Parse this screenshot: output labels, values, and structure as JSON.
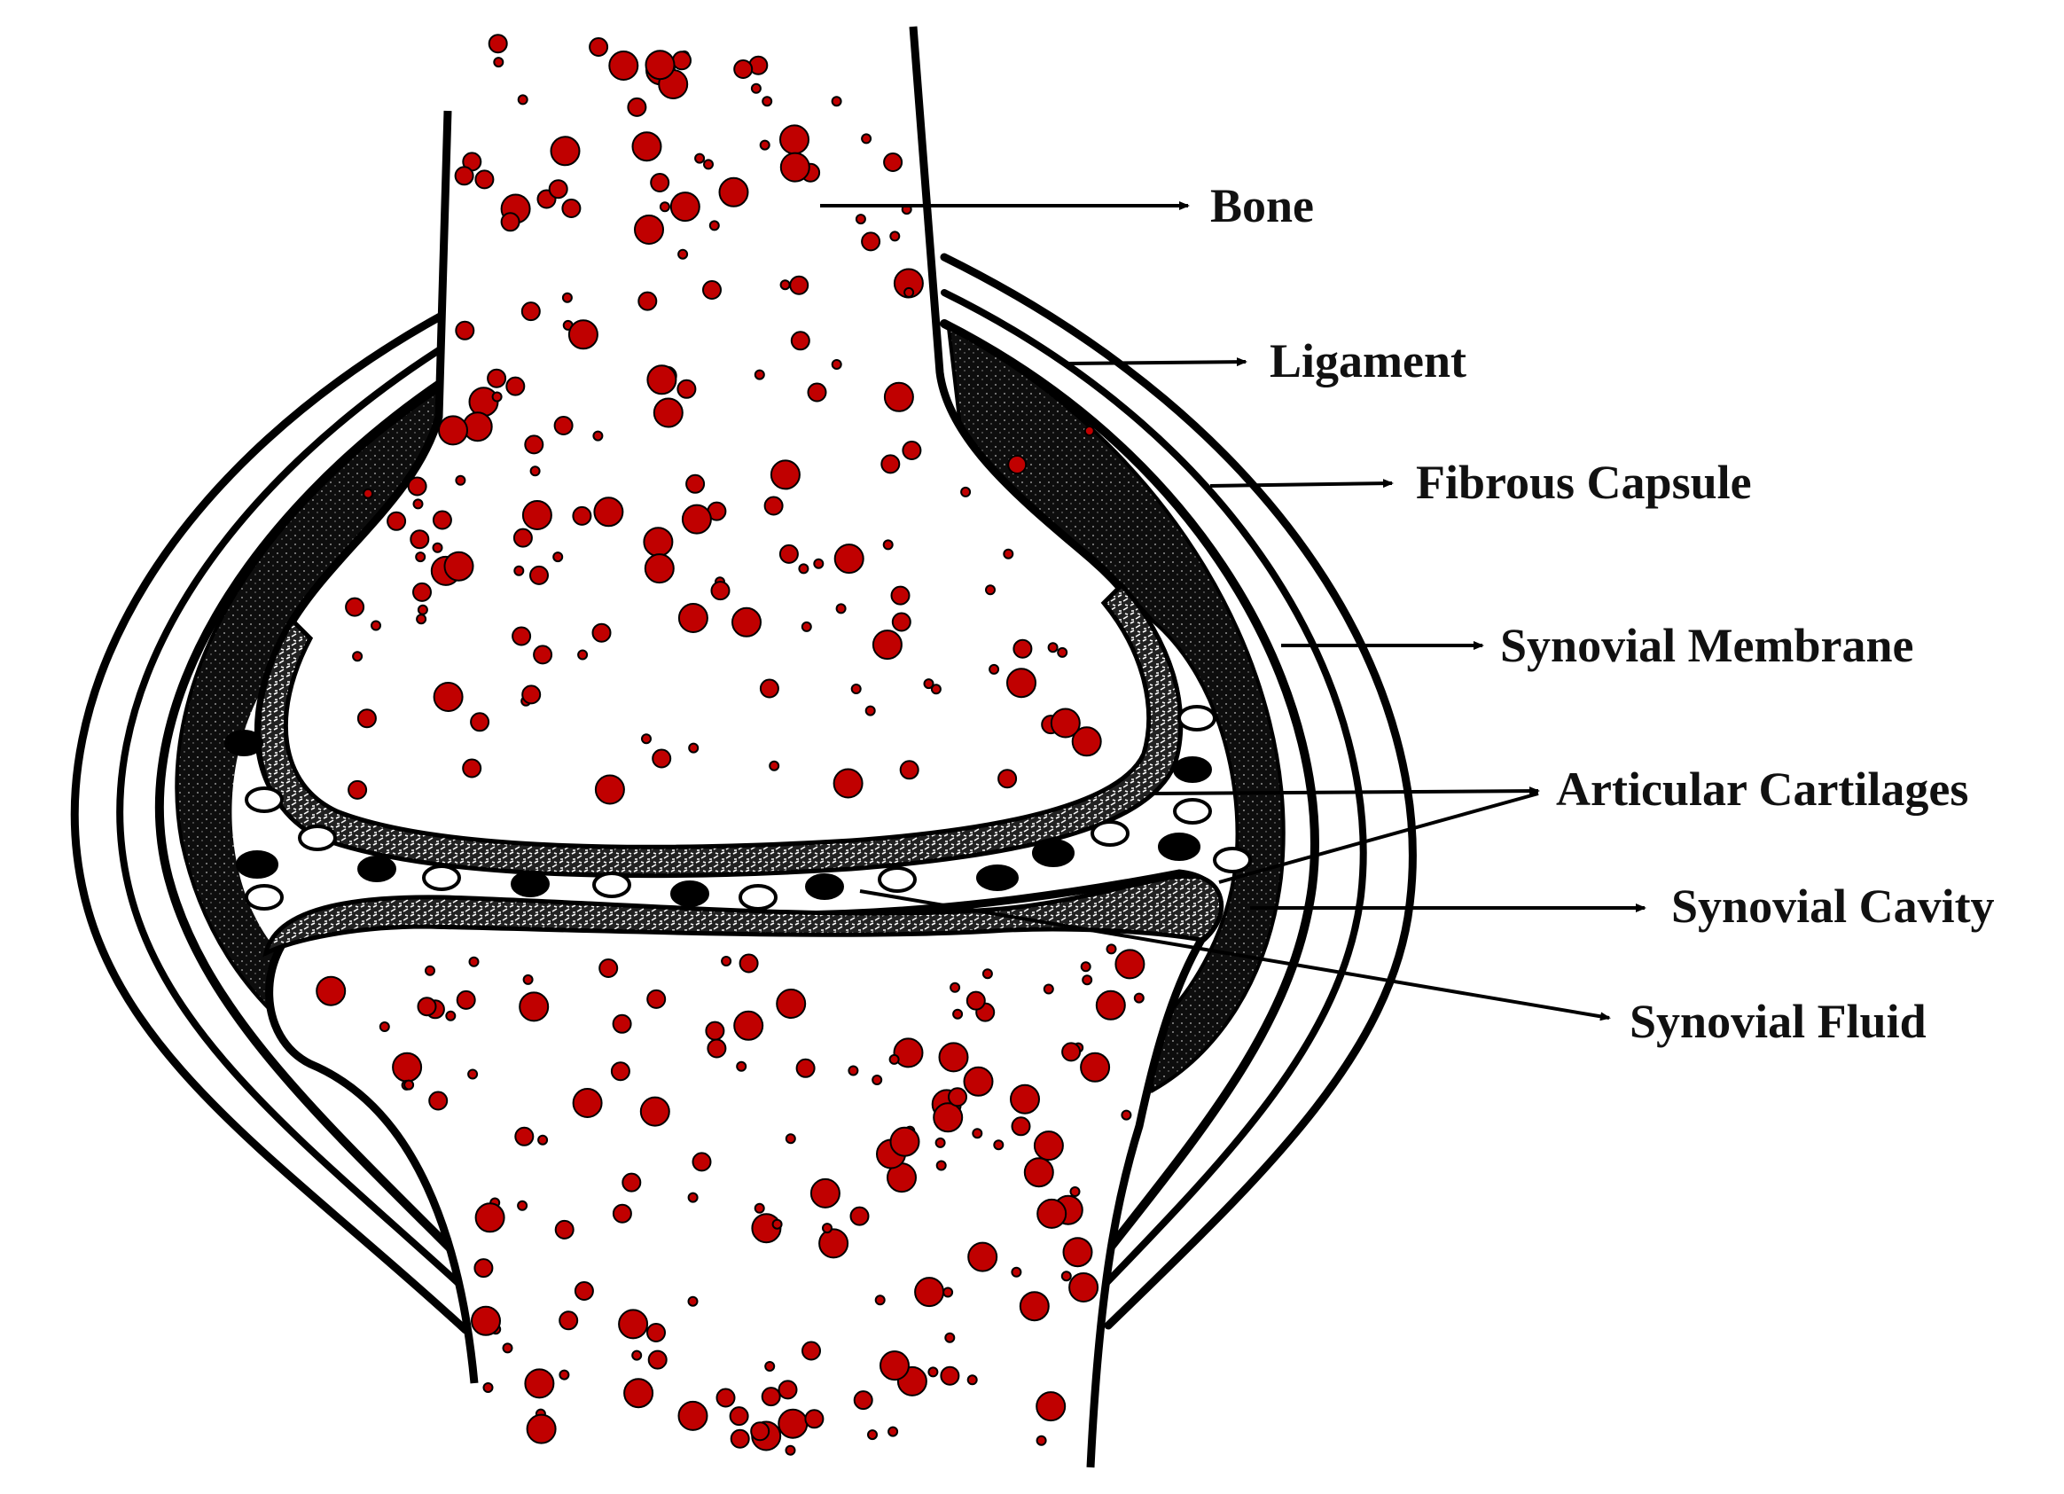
{
  "diagram": {
    "labels": {
      "bone": "Bone",
      "ligament": "Ligament",
      "fibrous_capsule": "Fibrous Capsule",
      "synovial_membrane": "Synovial Membrane",
      "articular_cartilages": "Articular Cartilages",
      "synovial_cavity": "Synovial Cavity",
      "synovial_fluid": "Synovial Fluid"
    },
    "colors": {
      "marrow_dots": "#c00000",
      "ink": "#000000",
      "paper": "#ffffff"
    }
  }
}
